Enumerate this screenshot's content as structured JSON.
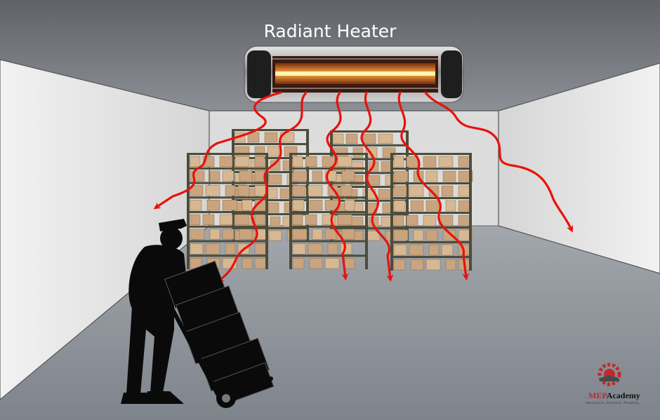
{
  "title": "Radiant Heater",
  "logo": {
    "brand_prefix": "MEP",
    "brand_suffix": "Academy",
    "tagline": "Mechanical | Electrical | Plumbing"
  },
  "colors": {
    "heat_ray": "#e8120c",
    "wall": "#e9e9e9",
    "floor": "#8f959c",
    "shelf": "#4a4d3c",
    "box": "#c9a47e"
  },
  "icons": [
    "radiant-heater-icon",
    "worker-silhouette-icon",
    "hand-truck-icon",
    "logo-gear-icon"
  ]
}
